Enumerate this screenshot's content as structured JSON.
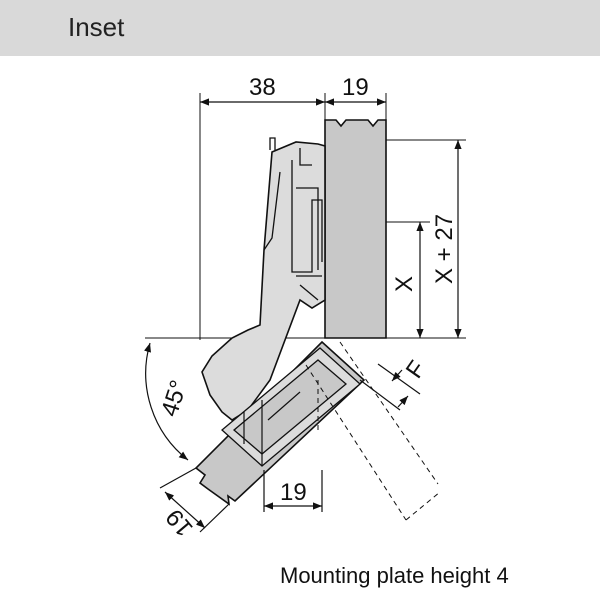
{
  "header": {
    "title": "Inset",
    "background": "#d9d9d9"
  },
  "caption": "Mounting plate height 4",
  "dimensions": {
    "top_left": "38",
    "top_right": "19",
    "x_plus": "X + 27",
    "x": "X",
    "f": "F",
    "angle": "45°",
    "bottom_diag": "19",
    "bottom_mid": "19"
  },
  "colors": {
    "door_fill": "#c8c8c8",
    "hinge_fill": "#dcdcdc",
    "line": "#111111"
  }
}
